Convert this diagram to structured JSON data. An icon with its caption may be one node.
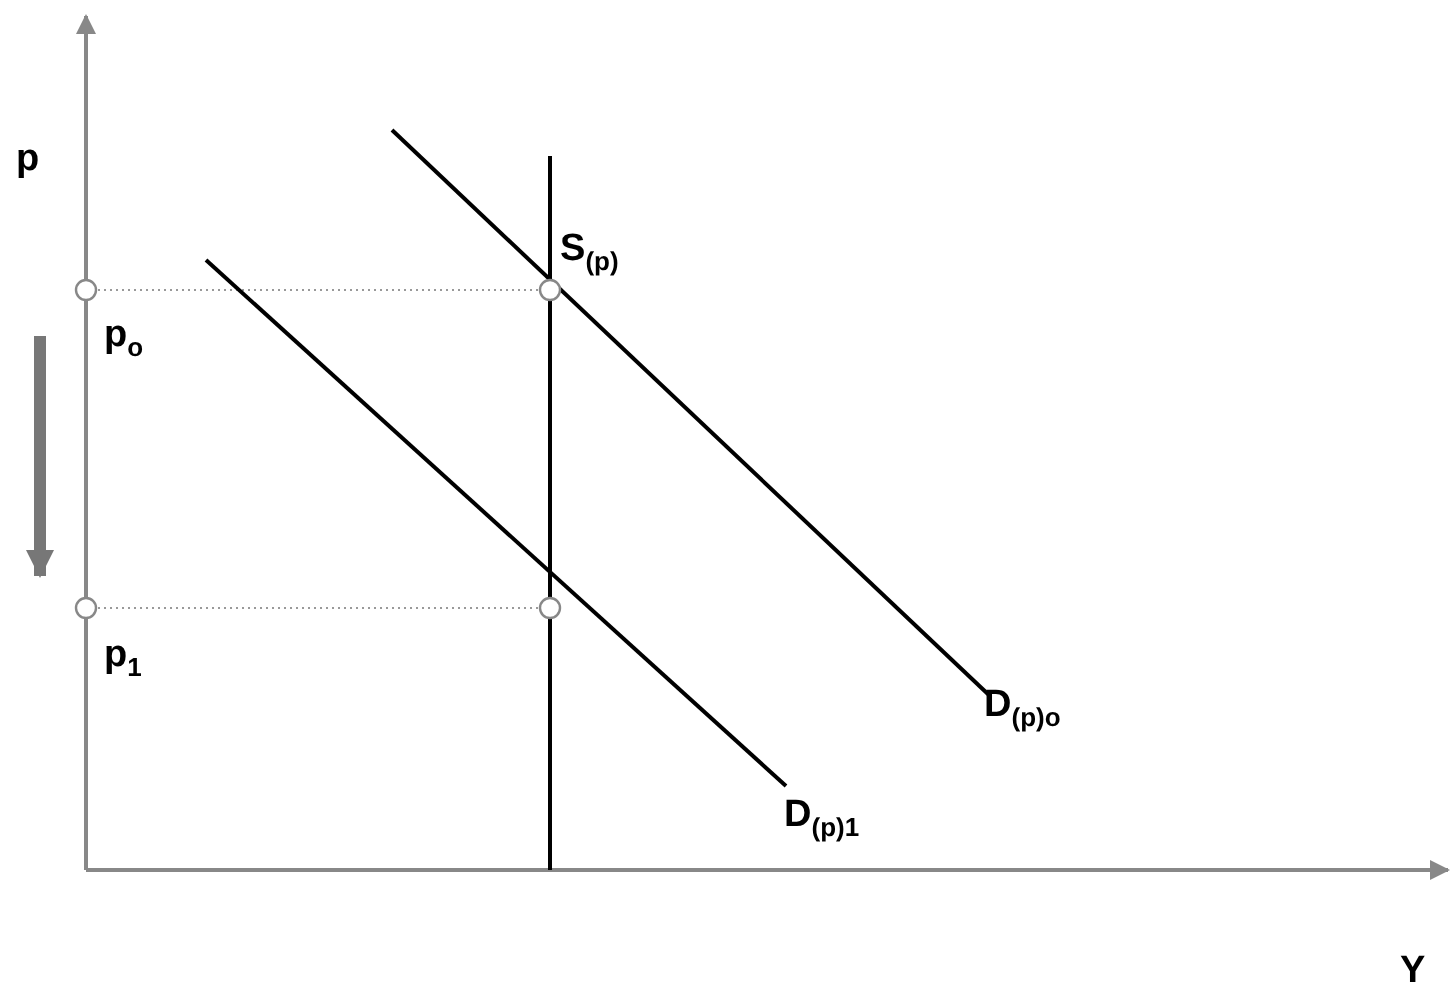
{
  "diagram": {
    "labels": [
      "p",
      "p$_{o}$",
      "S$_{(p)}$",
      "p$_{1}$",
      "D$_{(p)o}$",
      "D$_{(p)1}$",
      "Y"
    ]
  }
}
